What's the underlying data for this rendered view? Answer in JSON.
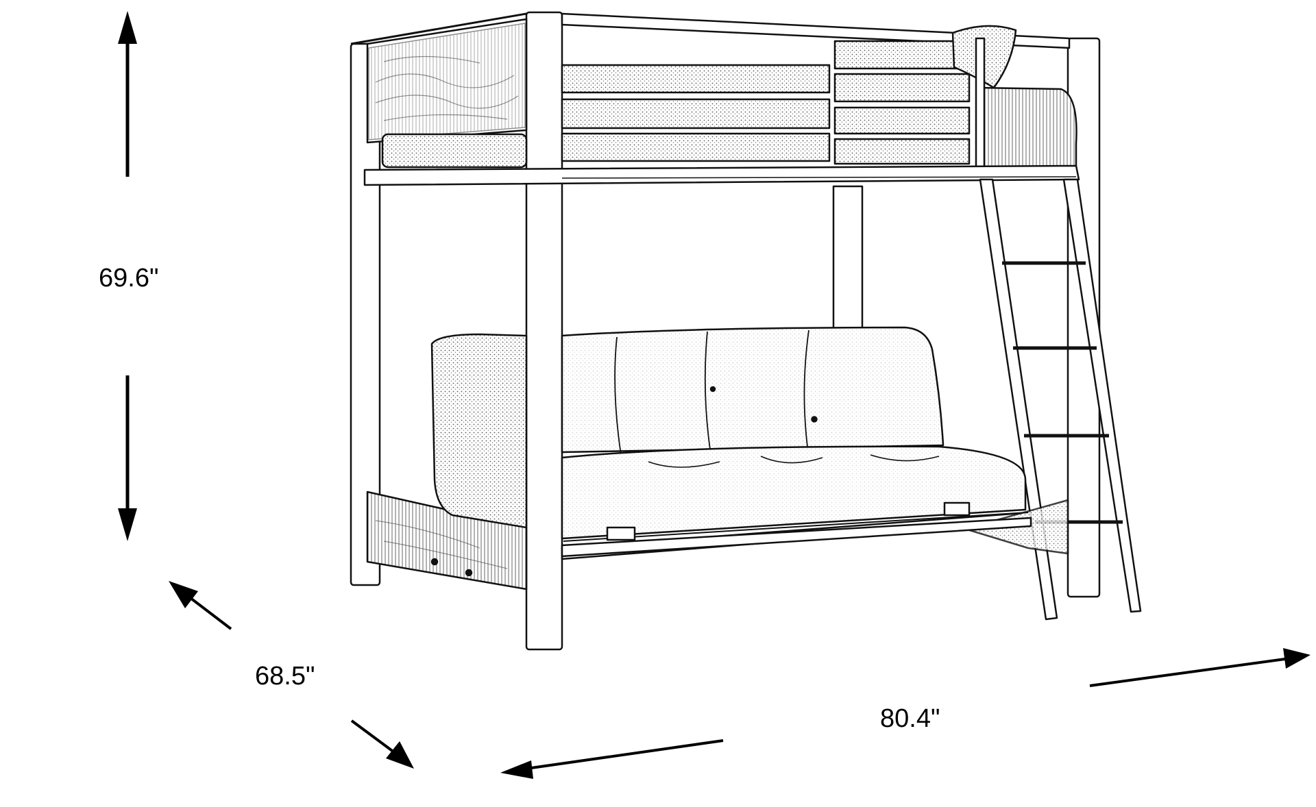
{
  "dimensions": {
    "height": "69.6\"",
    "depth": "68.5\"",
    "width": "80.4\""
  },
  "colors": {
    "line": "#000000",
    "background": "#ffffff",
    "texture": "#555555"
  }
}
